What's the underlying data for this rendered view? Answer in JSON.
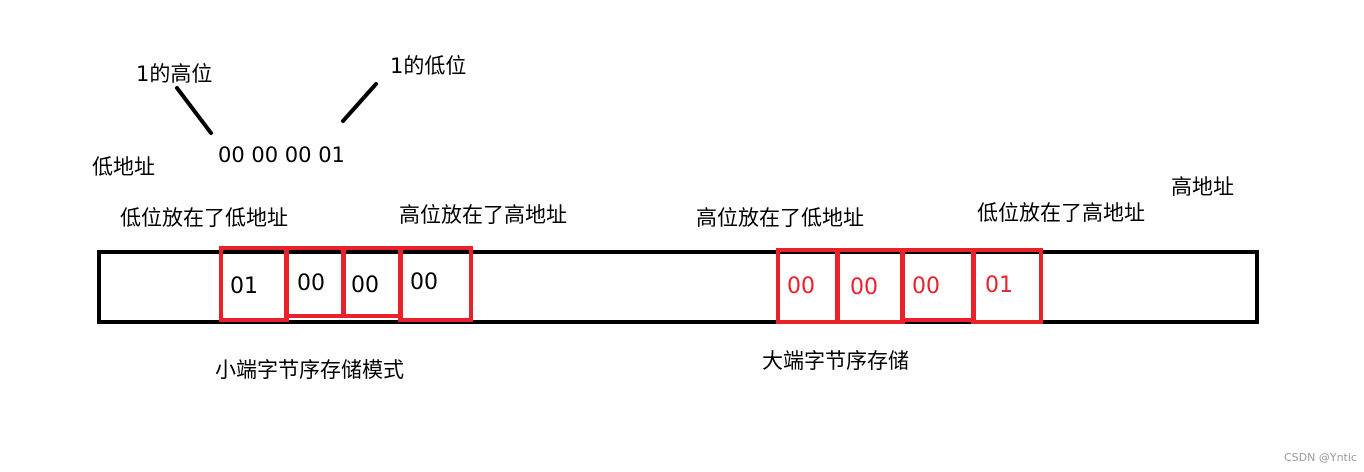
{
  "annotations": {
    "high_byte_of_1": "1的高位",
    "low_byte_of_1": "1的低位",
    "value_hex": "00 00 00 01",
    "low_address": "低地址",
    "high_address": "高地址"
  },
  "little_endian": {
    "left_note": "低位放在了低地址",
    "right_note": "高位放在了高地址",
    "bytes": [
      "01",
      "00",
      "00",
      "00"
    ],
    "caption": "小端字节序存储模式"
  },
  "big_endian": {
    "left_note": "高位放在了低地址",
    "right_note": "低位放在了高地址",
    "bytes": [
      "00",
      "00",
      "00",
      "01"
    ],
    "caption": "大端字节序存储"
  },
  "colors": {
    "accent": "#e8212b",
    "line": "#000000"
  },
  "watermark": "CSDN @Yntic"
}
